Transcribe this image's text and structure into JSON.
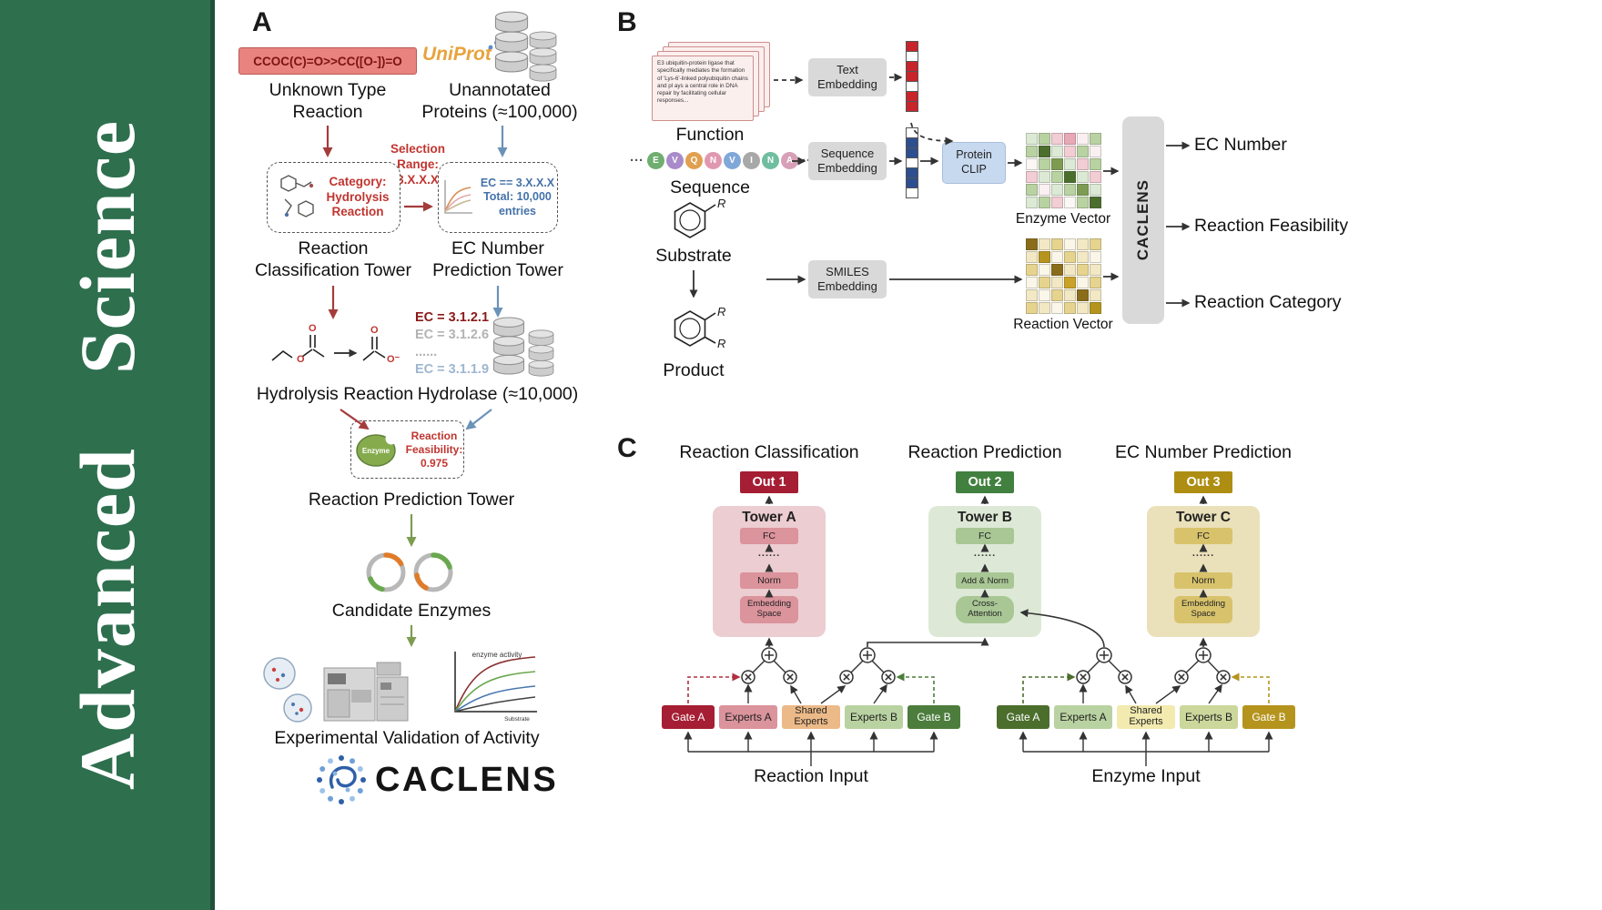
{
  "sidebar": {
    "journal": "Advanced  Science"
  },
  "colors": {
    "sidebar_green": "#2e6f4e",
    "smiles_bg": "#e8837f",
    "embed_gray": "#d9d9d9",
    "protein_clip_blue": "#c7d9ef",
    "out1_red": "#a51e33",
    "out2_green": "#41803e",
    "out3_gold": "#ad8e13",
    "towerA_bg": "#eccdd1",
    "towerA_box": "#db939c",
    "towerB_bg": "#dde9d6",
    "towerB_box": "#a9c795",
    "towerC_bg": "#eae0ba",
    "towerC_box": "#d8c36c",
    "gateA_left": "#a51e33",
    "expertsA_left": "#db939c",
    "shared_left": "#ecba88",
    "expertsB_left": "#b9d2a1",
    "gateB_left": "#4c7d3c",
    "gateA_right": "#4c6e2d",
    "expertsA_right": "#b9d2a1",
    "shared_right": "#f2eaaf",
    "expertsB_right": "#cbd79b",
    "gateB_right": "#b5941e",
    "arrow_red": "#a43c3c",
    "arrow_blue": "#6b93b8",
    "arrow_green": "#7d9c52"
  },
  "atoms": {
    "o": "O",
    "ominus": "O⁻",
    "r": "R"
  },
  "a": {
    "label": "A",
    "smiles": "CCOC(C)=O>>CC([O-])=O",
    "unknown_type": "Unknown Type\nReaction",
    "uniprot": "UniProt",
    "unannotated": "Unannotated\nProteins (≈100,000)",
    "selection_range": "Selection\nRange:\n3.X.X.X",
    "category": "Category:\nHydrolysis\nReaction",
    "ec_range": "EC == 3.X.X.X\nTotal: 10,000\nentries",
    "classification_tower": "Reaction\nClassification Tower",
    "ec_tower": "EC Number\nPrediction Tower",
    "hydrolysis_reaction": "Hydrolysis Reaction",
    "ec_list": [
      "EC = 3.1.2.1",
      "EC = 3.1.2.6",
      "......",
      "EC = 3.1.1.9"
    ],
    "hydrolase": "Hydrolase (≈10,000)",
    "enzyme": "Enzyme",
    "feasibility": "Reaction\nFeasibility:\n0.975",
    "prediction_tower": "Reaction Prediction Tower",
    "candidate_enzymes": "Candidate Enzymes",
    "validation": "Experimental Validation of Activity",
    "plot_title": "enzyme activity",
    "plot_xlabel": "Substrate",
    "caclens": "CACLENS"
  },
  "b": {
    "label": "B",
    "function_text": "E3 ubiquitin-protein ligase that specifically mediates the formation of 'Lys-6'-linked polyubiquitin chains and pl ays a central role in DNA repair by facilitating cellular responses...",
    "function": "Function",
    "text_embedding": "Text\nEmbedding",
    "sequence": "Sequence",
    "dots": "···",
    "seqLetters": [
      "E",
      "V",
      "Q",
      "N",
      "V",
      "I",
      "N",
      "A"
    ],
    "seqColors": [
      "#6fae6f",
      "#a98bc9",
      "#e0a050",
      "#e098b0",
      "#7fa8d8",
      "#a8a8a8",
      "#6fbe9f",
      "#d8a0b8"
    ],
    "sequence_embedding": "Sequence\nEmbedding",
    "protein_clip": "Protein\nCLIP",
    "enzyme_vector": "Enzyme Vector",
    "substrate": "Substrate",
    "product": "Product",
    "smiles_embedding": "SMILES\nEmbedding",
    "reaction_vector": "Reaction Vector",
    "caclens": "CACLENS",
    "out_ec": "EC Number",
    "out_feasibility": "Reaction Feasibility",
    "out_category": "Reaction Category",
    "text_vec": [
      "#c9242b",
      "#ffffff",
      "#c9242b",
      "#c9242b",
      "#ffffff",
      "#c9242b",
      "#c9242b"
    ],
    "seq_vec": [
      "#ffffff",
      "#2e4f8f",
      "#2e4f8f",
      "#ffffff",
      "#2e4f8f",
      "#2e4f8f",
      "#ffffff"
    ],
    "enzyme_matrix": [
      [
        "#dcead5",
        "#b9d2a1",
        "#f2cdd3",
        "#e8a8b6",
        "#faf0f1",
        "#b9d2a1"
      ],
      [
        "#b9d2a1",
        "#4c6e2d",
        "#dcead5",
        "#f2cdd3",
        "#b9d2a1",
        "#faf0f1"
      ],
      [
        "#faf7f4",
        "#b9d2a1",
        "#7d9c52",
        "#dcead5",
        "#f2cdd3",
        "#b9d2a1"
      ],
      [
        "#f2cdd3",
        "#dcead5",
        "#b9d2a1",
        "#4c6e2d",
        "#dcead5",
        "#f2cdd3"
      ],
      [
        "#b9d2a1",
        "#faf0f1",
        "#dcead5",
        "#b9d2a1",
        "#7d9c52",
        "#dcead5"
      ],
      [
        "#dcead5",
        "#b9d2a1",
        "#f2cdd3",
        "#faf7f4",
        "#b9d2a1",
        "#4c6e2d"
      ]
    ],
    "reaction_matrix": [
      [
        "#8a6d1a",
        "#f2e8c4",
        "#e6d48e",
        "#faf6e8",
        "#f2e8c4",
        "#e6d48e"
      ],
      [
        "#f2e8c4",
        "#b5941e",
        "#faf6e8",
        "#e6d48e",
        "#f2e8c4",
        "#faf6e8"
      ],
      [
        "#e6d48e",
        "#faf6e8",
        "#8a6d1a",
        "#f2e8c4",
        "#e6d48e",
        "#f2e8c4"
      ],
      [
        "#faf6e8",
        "#e6d48e",
        "#f2e8c4",
        "#c9a227",
        "#faf6e8",
        "#e6d48e"
      ],
      [
        "#f2e8c4",
        "#faf6e8",
        "#e6d48e",
        "#f2e8c4",
        "#8a6d1a",
        "#f2e8c4"
      ],
      [
        "#e6d48e",
        "#f2e8c4",
        "#faf6e8",
        "#e6d48e",
        "#f2e8c4",
        "#b5941e"
      ]
    ]
  },
  "c": {
    "label": "C",
    "headers": [
      "Reaction Classification",
      "Reaction Prediction",
      "EC Number Prediction"
    ],
    "outs": [
      "Out 1",
      "Out 2",
      "Out 3"
    ],
    "towers": [
      {
        "title": "Tower A",
        "fc": "FC",
        "dots": "......",
        "norm": "Norm",
        "base": "Embedding\nSpace"
      },
      {
        "title": "Tower B",
        "fc": "FC",
        "dots": "......",
        "norm": "Add & Norm",
        "base": "Cross-\nAttention"
      },
      {
        "title": "Tower C",
        "fc": "FC",
        "dots": "......",
        "norm": "Norm",
        "base": "Embedding\nSpace"
      }
    ],
    "left": {
      "gateA": "Gate A",
      "expertsA": "Experts A",
      "shared": "Shared\nExperts",
      "expertsB": "Experts B",
      "gateB": "Gate B",
      "input": "Reaction Input"
    },
    "right": {
      "gateA": "Gate A",
      "expertsA": "Experts A",
      "shared": "Shared\nExperts",
      "expertsB": "Experts B",
      "gateB": "Gate B",
      "input": "Enzyme Input"
    }
  }
}
